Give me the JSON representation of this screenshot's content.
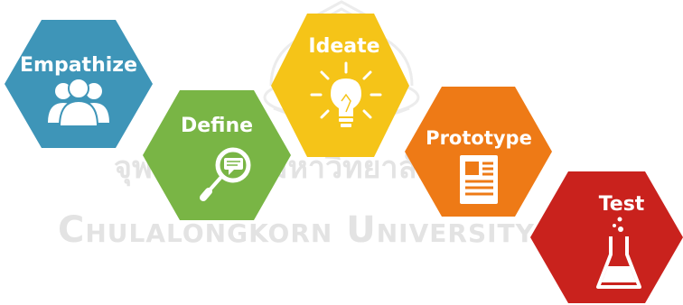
{
  "watermark": {
    "thai_text": "จุฬาลงกรณ์มหาวิทยาลัย",
    "english_text": "Chulalongkorn University",
    "color": "#e3e3e3"
  },
  "stages": [
    {
      "id": "empathize",
      "label": "Empathize",
      "color": "#3e95b8",
      "icon": "people-icon"
    },
    {
      "id": "define",
      "label": "Define",
      "color": "#79b545",
      "icon": "magnifier-chat-icon"
    },
    {
      "id": "ideate",
      "label": "Ideate",
      "color": "#f5c418",
      "icon": "lightbulb-icon"
    },
    {
      "id": "prototype",
      "label": "Prototype",
      "color": "#ee7a16",
      "icon": "document-icon"
    },
    {
      "id": "test",
      "label": "Test",
      "color": "#c9221d",
      "icon": "flask-icon"
    }
  ]
}
